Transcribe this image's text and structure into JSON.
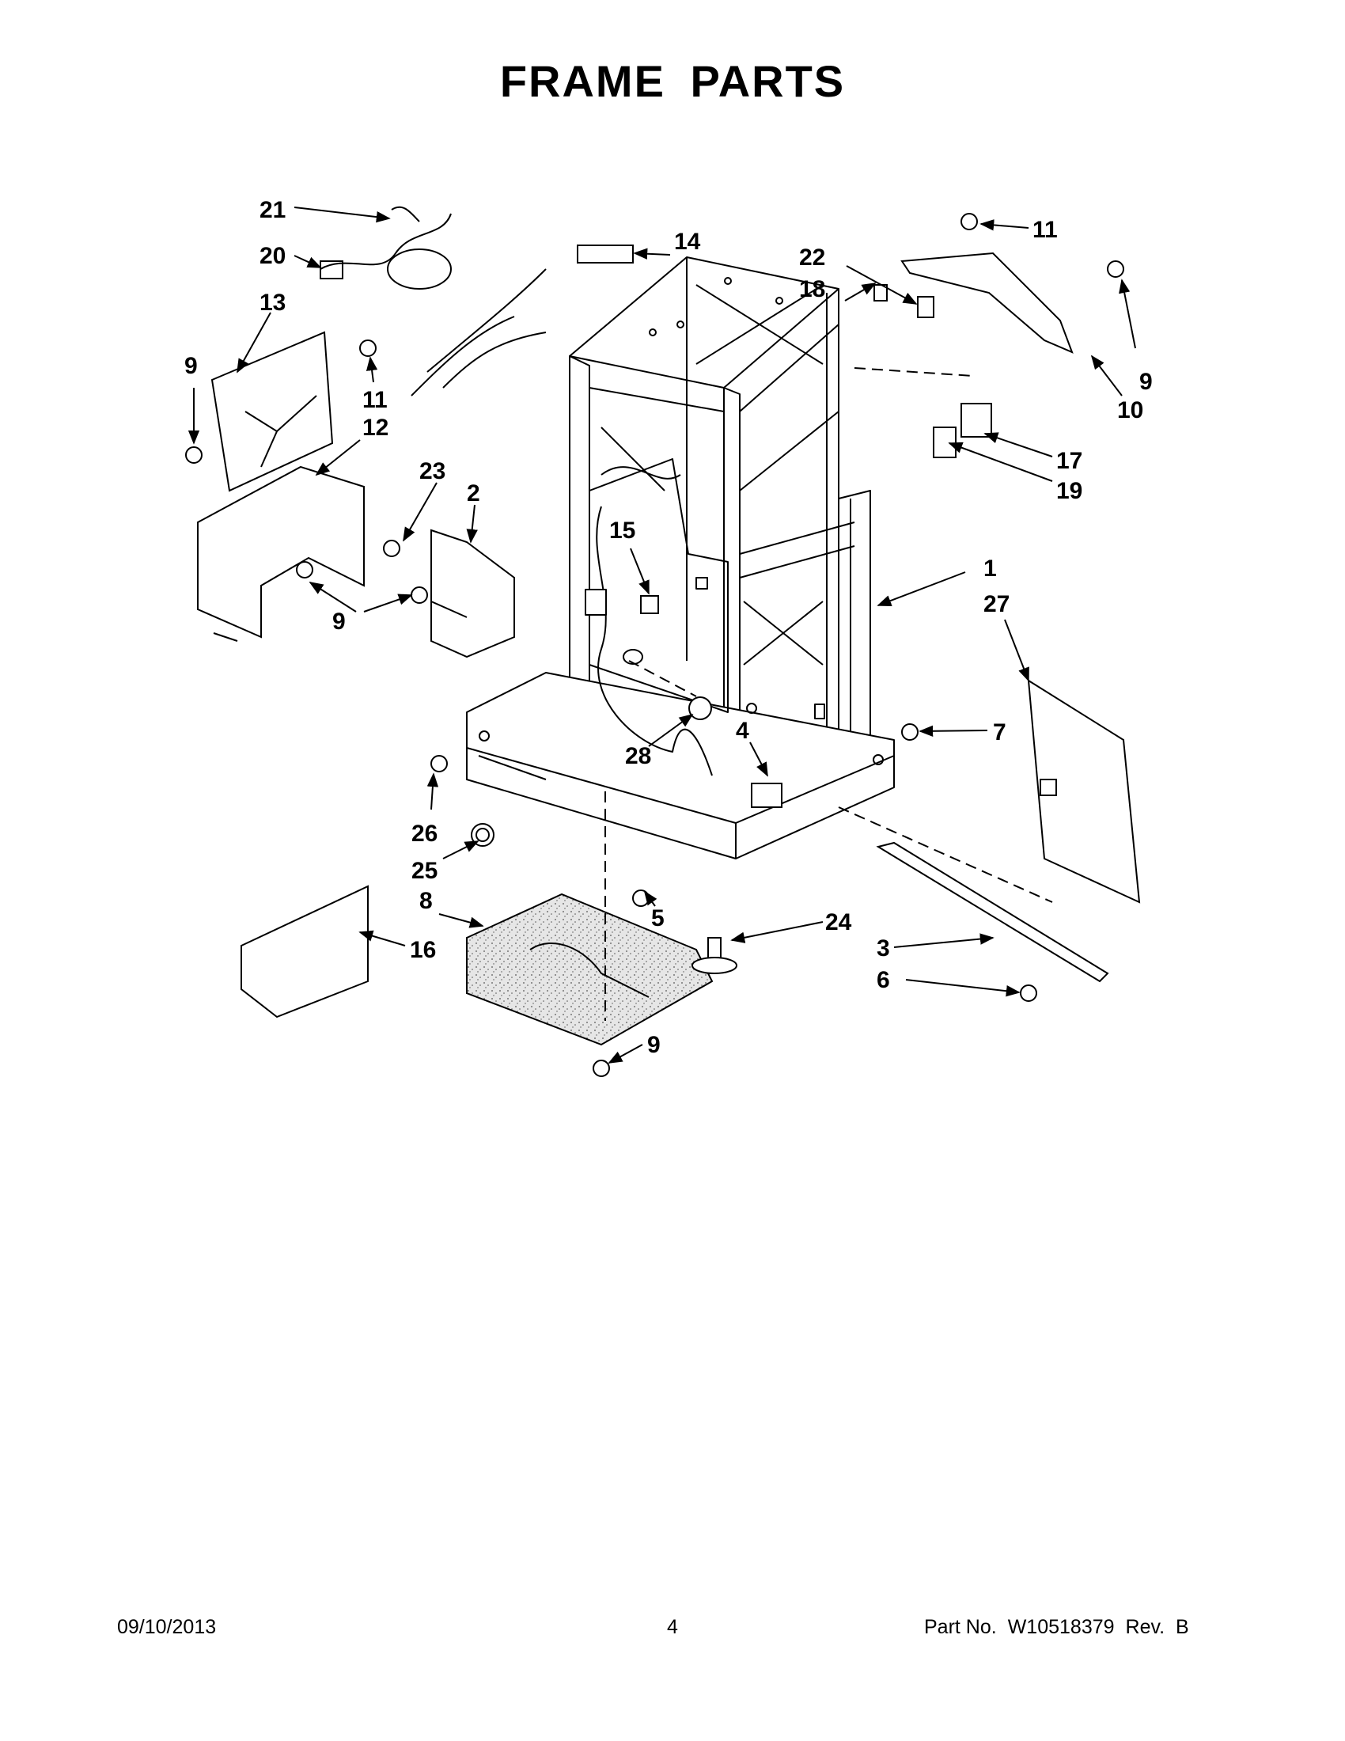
{
  "page": {
    "title": "FRAME  PARTS"
  },
  "callouts": [
    {
      "id": "c21",
      "label": "21"
    },
    {
      "id": "c20",
      "label": "20"
    },
    {
      "id": "c13",
      "label": "13"
    },
    {
      "id": "c9a",
      "label": "9"
    },
    {
      "id": "c11a",
      "label": "11"
    },
    {
      "id": "c12",
      "label": "12"
    },
    {
      "id": "c23",
      "label": "23"
    },
    {
      "id": "c2",
      "label": "2"
    },
    {
      "id": "c9b",
      "label": "9"
    },
    {
      "id": "c14",
      "label": "14"
    },
    {
      "id": "c22",
      "label": "22"
    },
    {
      "id": "c18",
      "label": "18"
    },
    {
      "id": "c11b",
      "label": "11"
    },
    {
      "id": "c9c",
      "label": "9"
    },
    {
      "id": "c10",
      "label": "10"
    },
    {
      "id": "c17",
      "label": "17"
    },
    {
      "id": "c19",
      "label": "19"
    },
    {
      "id": "c15",
      "label": "15"
    },
    {
      "id": "c1",
      "label": "1"
    },
    {
      "id": "c27",
      "label": "27"
    },
    {
      "id": "c7",
      "label": "7"
    },
    {
      "id": "c4",
      "label": "4"
    },
    {
      "id": "c28",
      "label": "28"
    },
    {
      "id": "c26",
      "label": "26"
    },
    {
      "id": "c25",
      "label": "25"
    },
    {
      "id": "c8",
      "label": "8"
    },
    {
      "id": "c5",
      "label": "5"
    },
    {
      "id": "c24",
      "label": "24"
    },
    {
      "id": "c16",
      "label": "16"
    },
    {
      "id": "c3",
      "label": "3"
    },
    {
      "id": "c6",
      "label": "6"
    },
    {
      "id": "c9d",
      "label": "9"
    }
  ],
  "footer": {
    "date": "09/10/2013",
    "page_number": "4",
    "part_label": "Part No.",
    "part_number": "W10518379",
    "revision": "Rev.  B"
  }
}
